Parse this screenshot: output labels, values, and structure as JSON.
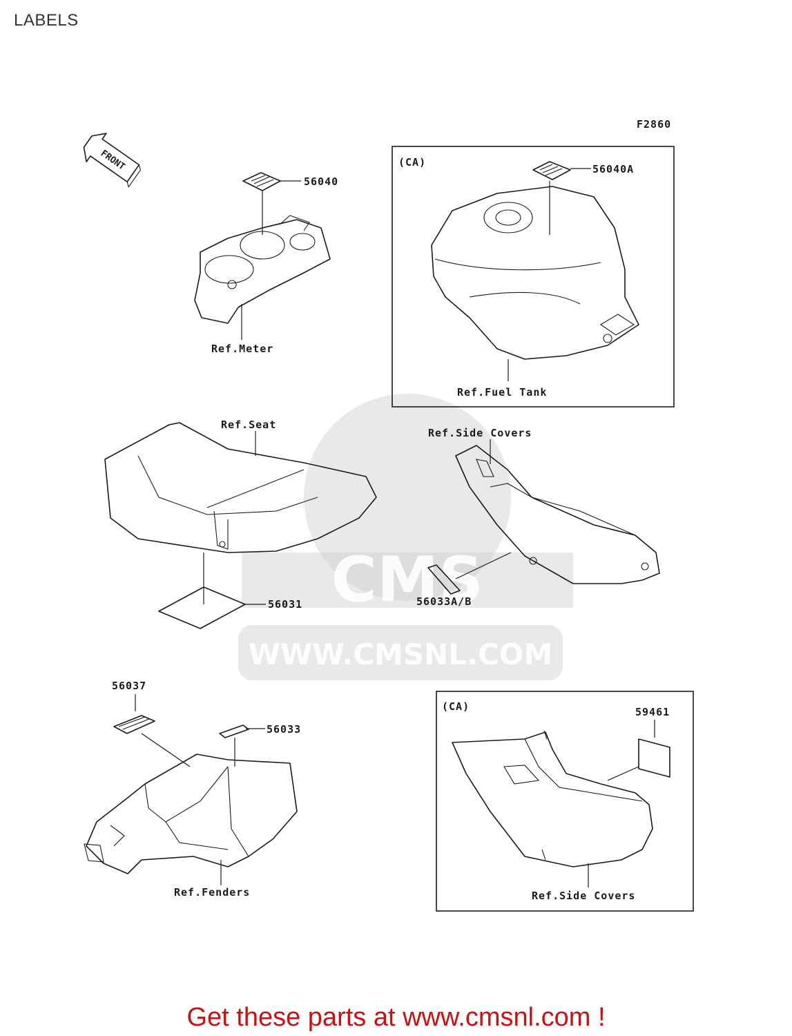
{
  "header": {
    "title": "LABELS"
  },
  "diagram": {
    "figure_code": "F2860",
    "front_arrow": "FRONT",
    "watermark_url": "WWW.CMSNL.COM",
    "watermark_logo": "CMS",
    "panels": [
      {
        "region": "(CA)"
      },
      {
        "region": "(CA)"
      }
    ],
    "parts": [
      {
        "number": "56040",
        "ref": "Ref.Meter"
      },
      {
        "number": "56040A",
        "ref": "Ref.Fuel Tank"
      },
      {
        "number": "56031",
        "ref": "Ref.Seat"
      },
      {
        "number": "56033A/B",
        "ref": "Ref.Side Covers"
      },
      {
        "number": "56037",
        "ref": "Ref.Fenders"
      },
      {
        "number": "56033"
      },
      {
        "number": "59461",
        "ref": "Ref.Side Covers"
      }
    ]
  },
  "footer": {
    "promo_text": "Get these parts at www.cmsnl.com !"
  }
}
